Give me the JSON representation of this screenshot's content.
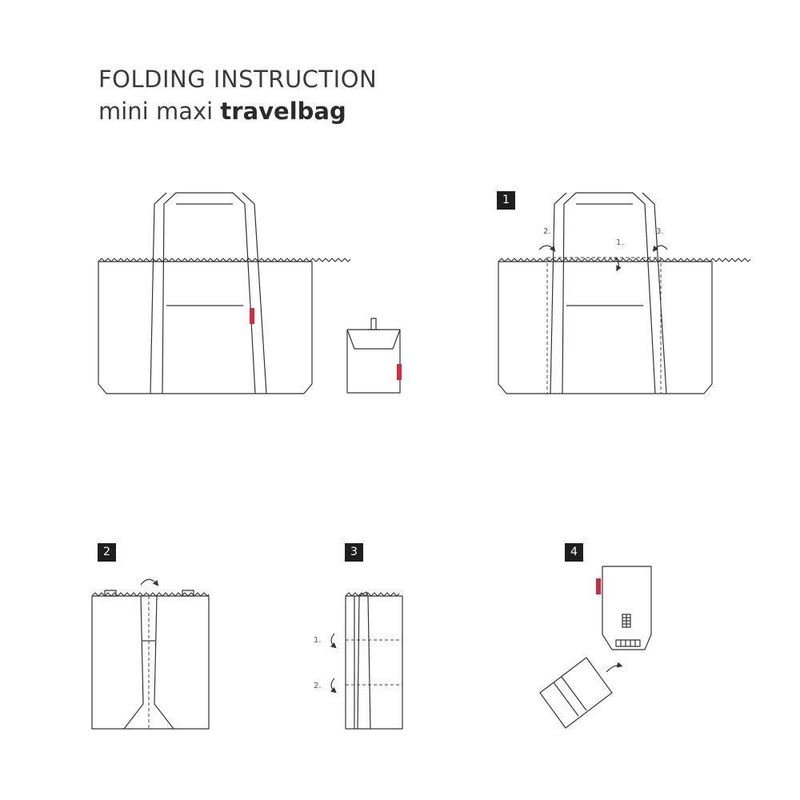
{
  "header": {
    "title": "FOLDING INSTRUCTION",
    "subtitle_prefix": "mini maxi ",
    "subtitle_bold": "travelbag"
  },
  "steps": [
    {
      "number": "1",
      "labels": [
        "2.",
        "1.",
        "3."
      ]
    },
    {
      "number": "2"
    },
    {
      "number": "3",
      "labels": [
        "1.",
        "2."
      ]
    },
    {
      "number": "4"
    }
  ],
  "colors": {
    "line": "#333333",
    "badge": "#1e1e1e",
    "brand_tag": "#d9283a",
    "background": "#ffffff"
  }
}
